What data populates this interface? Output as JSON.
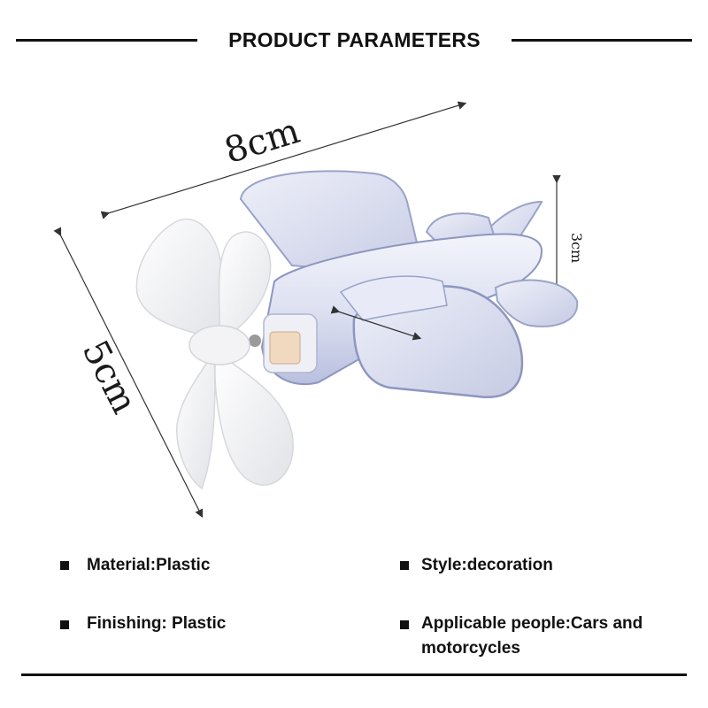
{
  "header": {
    "title": "PRODUCT PARAMETERS"
  },
  "product": {
    "dimensions": {
      "length_label": "8cm",
      "height_label": "5cm",
      "depth_label": "3cm"
    }
  },
  "specs": [
    {
      "label": "Material:Plastic"
    },
    {
      "label": "Style:decoration"
    },
    {
      "label": "Finishing: Plastic"
    },
    {
      "label": "Applicable people:Cars and motorcycles"
    }
  ],
  "colors": {
    "text": "#111111",
    "plane_body": "#dfe3f2",
    "plane_edge": "#9aa3c9",
    "propeller": "#f2f2f4"
  }
}
